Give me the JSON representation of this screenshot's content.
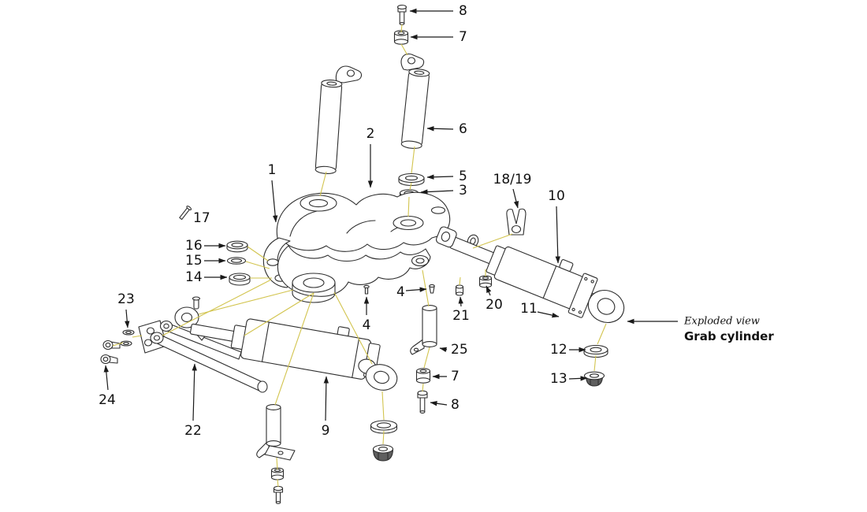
{
  "title": {
    "view_label": "Exploded view",
    "name": "Grab cylinder"
  },
  "colors": {
    "ink": "#2e2e2e",
    "axis_line": "#d2c44e",
    "label": "#111111",
    "background": "#ffffff"
  },
  "callouts": [
    {
      "text": "8",
      "anchor": "start",
      "label": [
        582,
        14
      ],
      "leader": [
        [
          575,
          14
        ],
        [
          520,
          14
        ]
      ]
    },
    {
      "text": "7",
      "anchor": "start",
      "label": [
        582,
        47
      ],
      "leader": [
        [
          575,
          47
        ],
        [
          521,
          47
        ]
      ]
    },
    {
      "text": "6",
      "anchor": "start",
      "label": [
        582,
        164
      ],
      "leader": [
        [
          575,
          164
        ],
        [
          542,
          163
        ]
      ]
    },
    {
      "text": "2",
      "anchor": "middle",
      "label": [
        470,
        170
      ],
      "leader": [
        [
          470,
          183
        ],
        [
          470,
          238
        ]
      ]
    },
    {
      "text": "5",
      "anchor": "start",
      "label": [
        582,
        224
      ],
      "leader": [
        [
          575,
          224
        ],
        [
          542,
          225
        ]
      ]
    },
    {
      "text": "3",
      "anchor": "start",
      "label": [
        582,
        242
      ],
      "leader": [
        [
          575,
          242
        ],
        [
          534,
          244
        ]
      ]
    },
    {
      "text": "18/19",
      "anchor": "middle",
      "label": [
        650,
        228
      ],
      "leader": [
        [
          651,
          240
        ],
        [
          657,
          264
        ]
      ]
    },
    {
      "text": "10",
      "anchor": "middle",
      "label": [
        706,
        249
      ],
      "leader": [
        [
          706,
          262
        ],
        [
          708,
          334
        ]
      ]
    },
    {
      "text": "1",
      "anchor": "middle",
      "label": [
        345,
        216
      ],
      "leader": [
        [
          345,
          229
        ],
        [
          350,
          282
        ]
      ]
    },
    {
      "text": "17",
      "anchor": "start",
      "label": [
        245,
        277
      ]
    },
    {
      "text": "16",
      "anchor": "start",
      "label": [
        235,
        312
      ],
      "leader": [
        [
          259,
          312
        ],
        [
          286,
          312
        ]
      ]
    },
    {
      "text": "15",
      "anchor": "start",
      "label": [
        235,
        331
      ],
      "leader": [
        [
          259,
          331
        ],
        [
          286,
          331
        ]
      ]
    },
    {
      "text": "14",
      "anchor": "start",
      "label": [
        235,
        352
      ],
      "leader": [
        [
          259,
          352
        ],
        [
          288,
          352
        ]
      ]
    },
    {
      "text": "4",
      "anchor": "start",
      "label": [
        503,
        371
      ],
      "leader": [
        [
          515,
          369
        ],
        [
          541,
          367
        ]
      ]
    },
    {
      "text": "21",
      "anchor": "middle",
      "label": [
        585,
        401
      ],
      "leader": [
        [
          585,
          389
        ],
        [
          584,
          377
        ]
      ]
    },
    {
      "text": "20",
      "anchor": "middle",
      "label": [
        627,
        387
      ],
      "leader": [
        [
          622,
          375
        ],
        [
          617,
          363
        ]
      ]
    },
    {
      "text": "11",
      "anchor": "middle",
      "label": [
        671,
        392
      ],
      "leader": [
        [
          682,
          396
        ],
        [
          709,
          402
        ]
      ]
    },
    {
      "text": "12",
      "anchor": "start",
      "label": [
        698,
        444
      ],
      "leader": [
        [
          722,
          444
        ],
        [
          743,
          444
        ]
      ]
    },
    {
      "text": "13",
      "anchor": "start",
      "label": [
        698,
        481
      ],
      "leader": [
        [
          722,
          481
        ],
        [
          745,
          480
        ]
      ]
    },
    {
      "text": "23",
      "anchor": "middle",
      "label": [
        160,
        380
      ],
      "leader": [
        [
          160,
          393
        ],
        [
          162,
          416
        ]
      ]
    },
    {
      "text": "24",
      "anchor": "middle",
      "label": [
        136,
        508
      ],
      "leader": [
        [
          137,
          495
        ],
        [
          134,
          464
        ]
      ]
    },
    {
      "text": "22",
      "anchor": "middle",
      "label": [
        245,
        547
      ],
      "leader": [
        [
          245,
          534
        ],
        [
          247,
          462
        ]
      ]
    },
    {
      "text": "9",
      "anchor": "middle",
      "label": [
        413,
        547
      ],
      "leader": [
        [
          413,
          534
        ],
        [
          414,
          478
        ]
      ]
    },
    {
      "text": "4",
      "anchor": "middle",
      "label": [
        465,
        413
      ],
      "leader": [
        [
          465,
          400
        ],
        [
          465,
          377
        ]
      ]
    },
    {
      "text": "25",
      "anchor": "start",
      "label": [
        572,
        444
      ],
      "leader": [
        [
          567,
          444
        ],
        [
          558,
          442
        ]
      ]
    },
    {
      "text": "7",
      "anchor": "start",
      "label": [
        572,
        478
      ],
      "leader": [
        [
          567,
          478
        ],
        [
          549,
          478
        ]
      ]
    },
    {
      "text": "8",
      "anchor": "start",
      "label": [
        572,
        514
      ],
      "leader": [
        [
          567,
          514
        ],
        [
          546,
          511
        ]
      ]
    }
  ]
}
